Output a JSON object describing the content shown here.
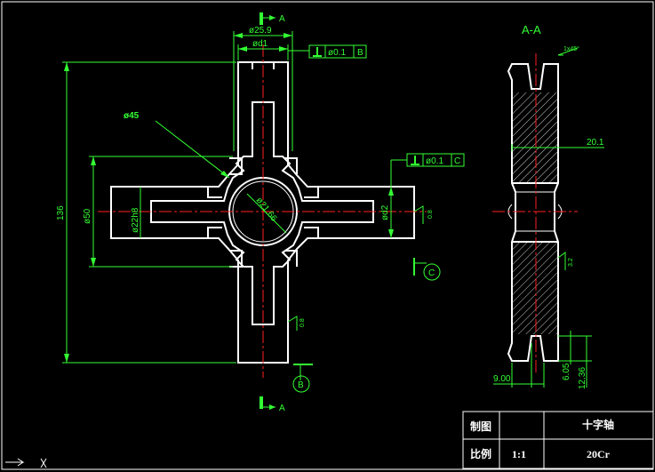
{
  "section_view": {
    "label": "A-A"
  },
  "section_marks": {
    "top": "A",
    "bottom": "A"
  },
  "dimensions": {
    "d_top": "ø25.9",
    "d_d1": "ød1",
    "d_45": "ø45",
    "d_21_66": "ø21.66",
    "d_d2": "ød2",
    "d_50": "ø50",
    "d_22h8": "ø22h8",
    "len_136": "136",
    "sec_20_1": "20.1",
    "sec_9_00": "9.00",
    "sec_6_05": "6.05",
    "sec_12_36": "12.36",
    "chamfer": "1x45°"
  },
  "tolerances": {
    "top": {
      "value": "ø0.1",
      "datum": "B"
    },
    "right": {
      "value": "ø0.1",
      "datum": "C"
    }
  },
  "datums": {
    "b": "B",
    "c": "C"
  },
  "roughness": {
    "r1": "0.8",
    "r2": "0.8",
    "r3": "3.2"
  },
  "title_block": {
    "drawn_label": "制图",
    "part_name": "十字轴",
    "scale_label": "比例",
    "scale_value": "1:1",
    "material": "20Cr"
  },
  "colors": {
    "background": "#000000",
    "outline": "#ffffff",
    "dimension": "#33ff33",
    "centerline": "#ff2020"
  }
}
